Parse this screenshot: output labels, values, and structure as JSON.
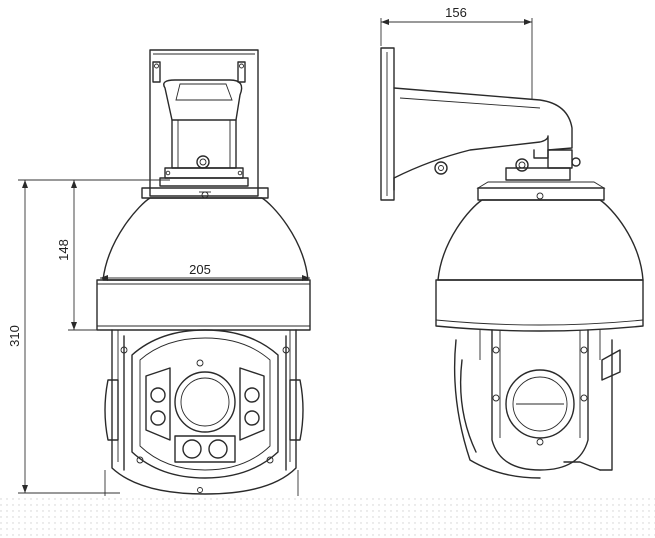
{
  "dimensions": {
    "bracket_depth": "156",
    "dome_height": "148",
    "housing_width": "205",
    "total_height": "310"
  },
  "colors": {
    "line": "#2a2a2a",
    "background": "#ffffff",
    "floor_dots": "#cfcfcf"
  }
}
